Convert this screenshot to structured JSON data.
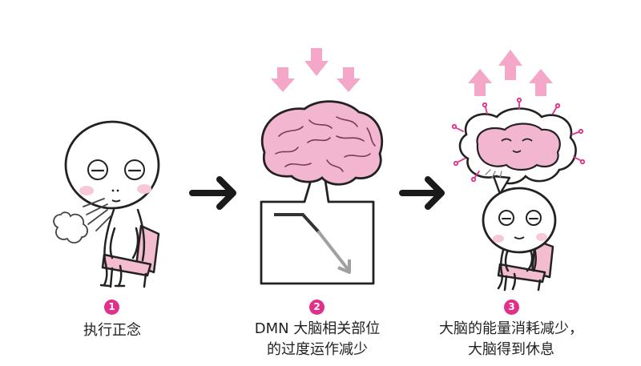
{
  "colors": {
    "accent": "#e0308a",
    "pink_fill": "#f3b6d0",
    "chair": "#f4bccf",
    "line": "#222222",
    "gray_arrow": "#9b9b9b"
  },
  "icons": [
    "down-arrow-icon",
    "up-arrow-icon",
    "right-arrow-icon",
    "brain-icon"
  ],
  "steps": [
    {
      "number": "1",
      "line1": "执行正念",
      "line2": ""
    },
    {
      "number": "2",
      "line1": "DMN 大脑相关部位",
      "line2": "的过度运作减少"
    },
    {
      "number": "3",
      "line1": "大脑的能量消耗减少，",
      "line2": "大脑得到休息"
    }
  ]
}
